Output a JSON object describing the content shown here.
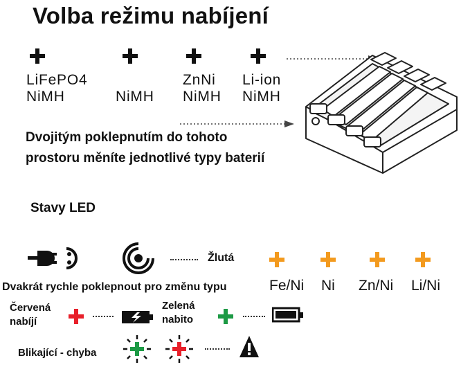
{
  "title": "Volba režimu nabíjení",
  "mode_options": [
    {
      "line1": "LiFePO4",
      "line2": "NiMH"
    },
    {
      "line1": "",
      "line2": "NiMH"
    },
    {
      "line1": "ZnNi",
      "line2": "NiMH"
    },
    {
      "line1": "Li-ion",
      "line2": "NiMH"
    }
  ],
  "double_tap_line1": "Dvojitým poklepnutím do tohoto",
  "double_tap_line2": "prostoru měníte jednotlivé typy baterií",
  "led_heading": "Stavy LED",
  "yellow_label": "Žlutá",
  "led_types": [
    "Fe/Ni",
    "Ni",
    "Zn/Ni",
    "Li/Ni"
  ],
  "tap_instruction": "Dvakrát rychle poklepnout pro změnu typu",
  "red_line1": "Červená",
  "red_line2": "nabíjí",
  "green_line1": "Zelená",
  "green_line2": "nabito",
  "blink_label": "Blikající - chyba",
  "colors": {
    "orange": "#f39a1e",
    "red": "#e8202a",
    "green": "#1d9a45",
    "black": "#111111"
  },
  "icons": [
    "plus-icon",
    "plug-icon",
    "touch-icon",
    "charging-battery-icon",
    "full-battery-icon",
    "warning-icon",
    "charger-illustration"
  ]
}
